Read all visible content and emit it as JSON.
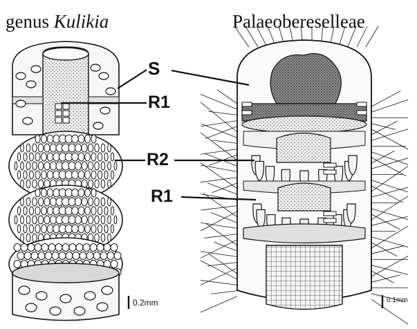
{
  "titles": {
    "left_prefix": "genus",
    "left_genus": "Kulikia",
    "right": "Palaeobereselleae"
  },
  "labels": {
    "s": "S",
    "r1_left": "R1",
    "r2": "R2",
    "r1_right": "R1"
  },
  "scales": {
    "left": "0.2mm",
    "right": "0.1mm"
  },
  "colors": {
    "ink": "#111111",
    "paper": "#ffffff",
    "shade": "#9a9a9a"
  }
}
